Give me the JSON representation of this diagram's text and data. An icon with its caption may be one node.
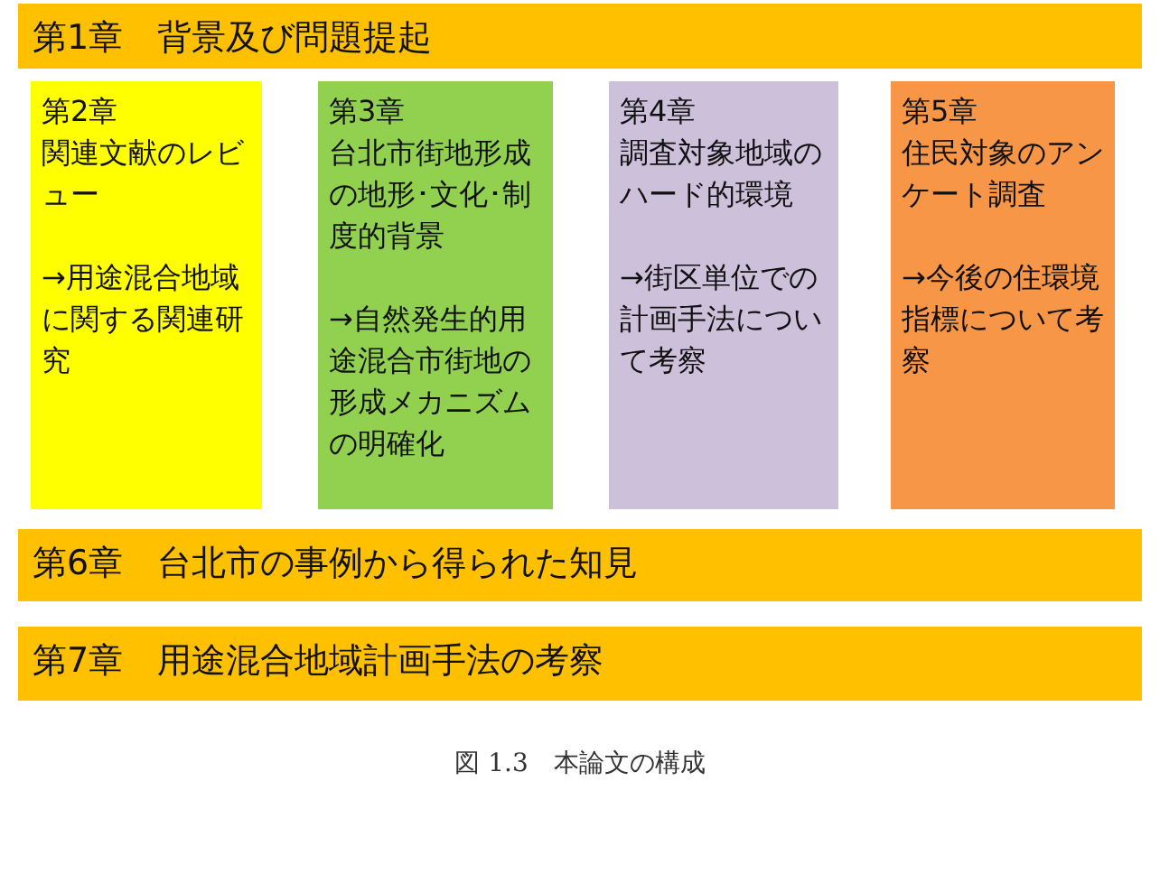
{
  "diagram": {
    "caption": "図 1.3　本論文の構成",
    "nodes": [
      {
        "text": [
          "第1章　背景及び問題提起"
        ]
      },
      {
        "text": [
          "第2章",
          "関連文献のレビュー",
          "→用途混合地域に関する関連研究"
        ]
      },
      {
        "text": [
          "第3章",
          "台北市街地形成の地形･文化･制度的背景",
          "→自然発生的用途混合市街地の形成メカニズムの明確化"
        ]
      },
      {
        "text": [
          "第4章",
          "調査対象地域のハード的環境",
          "→街区単位での計画手法について考察"
        ]
      },
      {
        "text": [
          "第5章",
          "住民対象のアンケート調査",
          "→今後の住環境指標について考察"
        ]
      },
      {
        "text": [
          "第6章　台北市の事例から得られた知見"
        ]
      },
      {
        "text": [
          "第7章　用途混合地域計画手法の考察"
        ]
      }
    ],
    "edges": []
  }
}
